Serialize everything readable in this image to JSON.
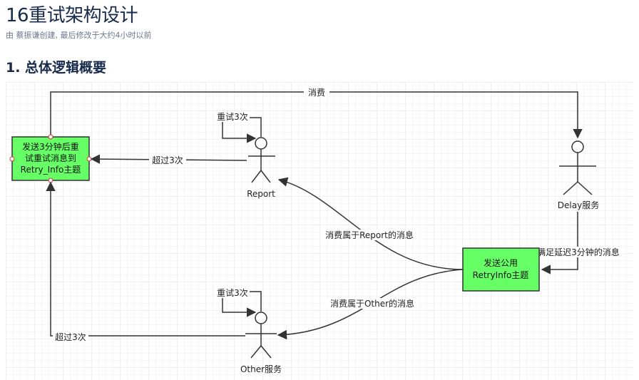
{
  "page": {
    "title": "16重试架构设计",
    "meta": "由 蔡振谦创建, 最后修改于大约4小时以前"
  },
  "section": {
    "heading": "1. 总体逻辑概要"
  },
  "diagram": {
    "box_fill": "#66ff66",
    "line_color": "#333333",
    "nodes": {
      "retry_box": [
        "发送3分钟后重",
        "试重试消息到",
        "Retry_Info主题"
      ],
      "public_box": [
        "发送公用",
        "RetryInfo主题"
      ],
      "report": "Report",
      "delay": "Delay服务",
      "other": "Other服务"
    },
    "edges": {
      "consume": "消费",
      "retry_report": "重试3次",
      "retry_other": "重试3次",
      "exceed_report": "超过3次",
      "exceed_other": "超过3次",
      "consume_report": "消费属于Report的消息",
      "consume_other": "消费属于Other的消息",
      "delay_satisfied": "满足延迟3分钟的消息"
    }
  }
}
